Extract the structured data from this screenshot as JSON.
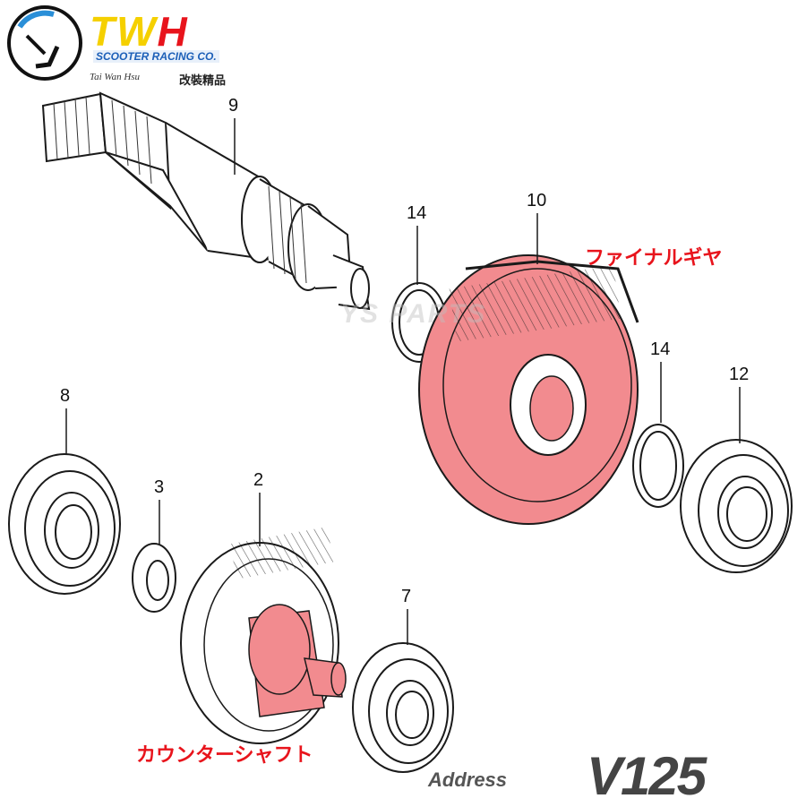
{
  "logo": {
    "main": "TW",
    "accent": "H",
    "subtitle": "SCOOTER RACING CO.",
    "tagline": "Tai Wan Hsu",
    "chinese": "改裝精品"
  },
  "watermark": "YS PARTS",
  "part_numbers": {
    "shaft": "9",
    "circlip_upper": "14",
    "final_gear": "10",
    "circlip_lower": "14",
    "bearing_right": "12",
    "bearing_left": "8",
    "washer": "3",
    "counter_gear": "2",
    "bearing_bottom": "7"
  },
  "callouts": {
    "final_gear": "ファイナルギヤ",
    "counter_shaft": "カウンターシャフト"
  },
  "brand": {
    "name": "Address",
    "model": "V125"
  },
  "colors": {
    "highlight": "#f28b8f",
    "callout_text": "#e8141c",
    "line": "#1a1a1a"
  }
}
